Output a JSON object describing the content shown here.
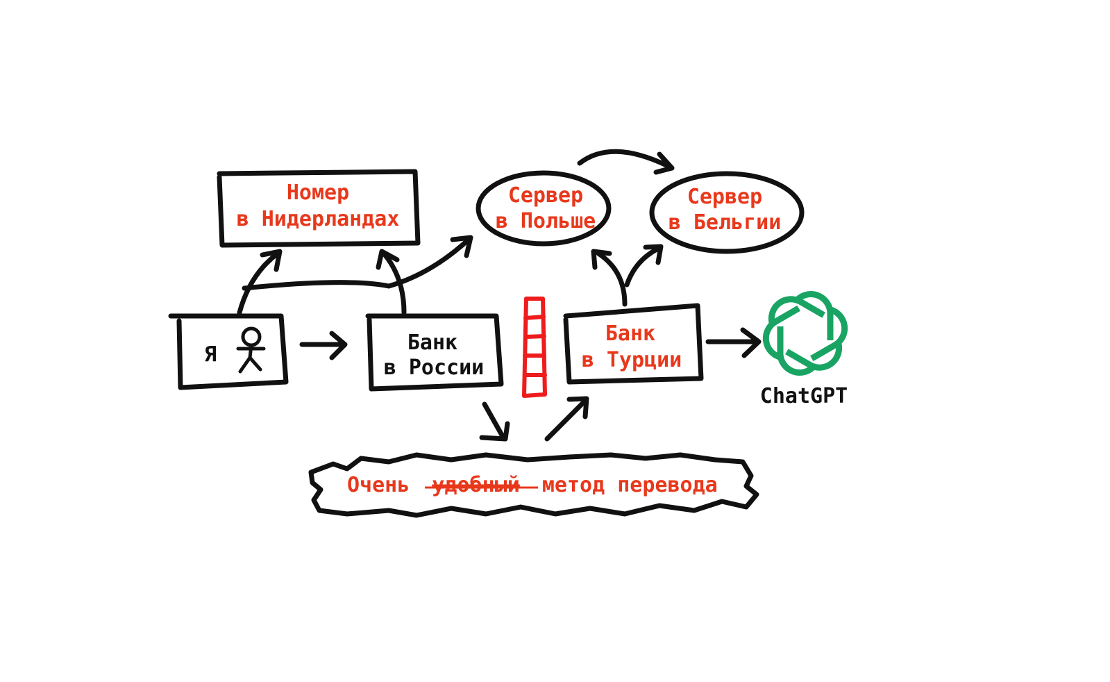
{
  "nodes": {
    "me": {
      "label": "Я"
    },
    "bank_russia": {
      "line1": "Банк",
      "line2": "в России"
    },
    "number_nl": {
      "line1": "Номер",
      "line2": "в Нидерландах"
    },
    "server_poland": {
      "line1": "Сервер",
      "line2": "в Польше"
    },
    "server_belgium": {
      "line1": "Сервер",
      "line2": "в Бельгии"
    },
    "bank_turkey": {
      "line1": "Банк",
      "line2": "в Турции"
    },
    "chatgpt": {
      "label": "ChatGPT",
      "icon": "openai-logo-icon"
    },
    "transfer_method": {
      "word1": "Очень",
      "struck_word": "удобный",
      "rest": "метод перевода"
    }
  },
  "colors": {
    "ink": "#111111",
    "accent_text": "#e8381c",
    "wall": "#ee1c1c",
    "chatgpt_green": "#19a463"
  }
}
